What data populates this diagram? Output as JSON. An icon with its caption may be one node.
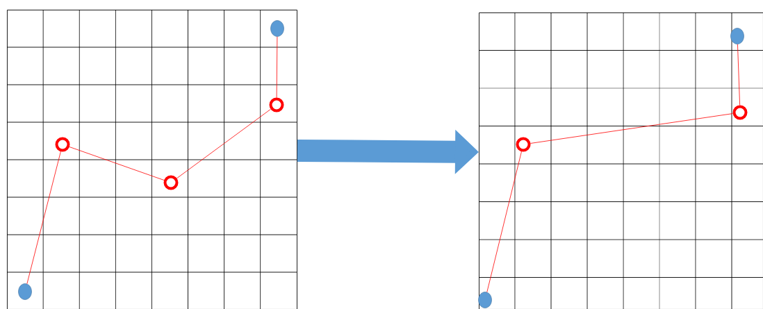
{
  "diagram": {
    "nodes": [
      {
        "text": [],
        "shape": "grid"
      },
      {
        "text": [],
        "shape": "grid"
      },
      {
        "text": [],
        "shape": "circle",
        "in": 0
      },
      {
        "text": [],
        "shape": "ring",
        "in": 0
      },
      {
        "text": [],
        "shape": "ring",
        "in": 0
      },
      {
        "text": [],
        "shape": "ring",
        "in": 0
      },
      {
        "text": [],
        "shape": "circle",
        "in": 0
      },
      {
        "text": [],
        "shape": "circle",
        "in": 1
      },
      {
        "text": [],
        "shape": "ring",
        "in": 1
      },
      {
        "text": [],
        "shape": "ring",
        "in": 1
      },
      {
        "text": [],
        "shape": "circle",
        "in": 1
      }
    ],
    "edges": [
      {
        "from": 0,
        "to": 1,
        "arrow": "to",
        "style": "thick",
        "color": "#5b9bd5"
      },
      {
        "from": 2,
        "to": 3,
        "arrow": "none"
      },
      {
        "from": 3,
        "to": 5,
        "arrow": "none"
      },
      {
        "from": 5,
        "to": 4,
        "arrow": "none"
      },
      {
        "from": 4,
        "to": 6,
        "arrow": "none"
      },
      {
        "from": 7,
        "to": 8,
        "arrow": "none"
      },
      {
        "from": 8,
        "to": 9,
        "arrow": "none"
      },
      {
        "from": 9,
        "to": 10,
        "arrow": "none"
      }
    ]
  }
}
